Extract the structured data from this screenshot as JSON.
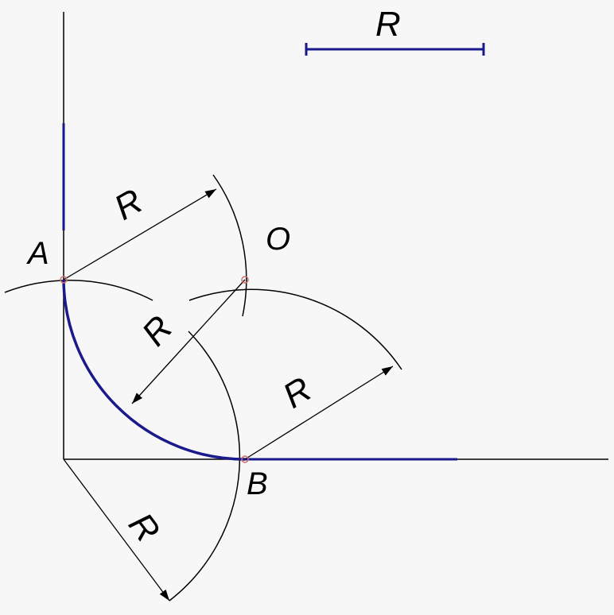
{
  "diagram": {
    "scale_label": "R",
    "points": {
      "A": "A",
      "O": "O",
      "B": "B"
    },
    "radius_labels": [
      "R",
      "R",
      "R",
      "R"
    ]
  },
  "colors": {
    "background": "#f7f7f7",
    "construction_line": "#000000",
    "result_line": "#1a1a8c",
    "point_marker": "#d07070"
  }
}
